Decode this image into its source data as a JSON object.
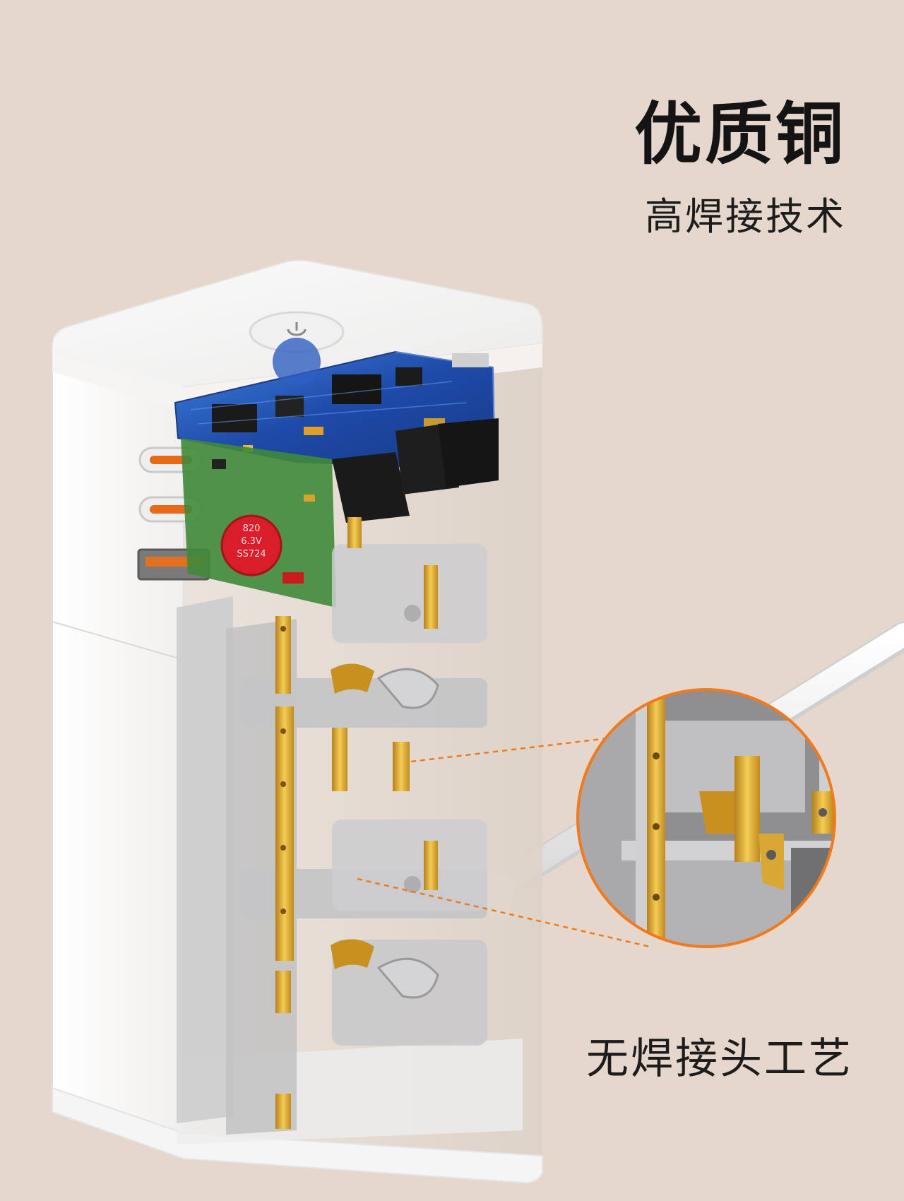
{
  "headline": "优质铜",
  "subline": "高焊接技术",
  "callout": "无焊接头工艺",
  "capacitor": {
    "line1": "820",
    "line2": "6.3V",
    "line3": "SS724"
  },
  "colors": {
    "background": "#e5d7cc",
    "brass": "#d4a42a",
    "orange_accent": "#f07a1c",
    "pcb_blue": "#1e4aa8",
    "pcb_green": "#3f8a3a",
    "capacitor_red": "#d81e2a",
    "frame_gray": "#c4c4c6"
  },
  "icons": [
    "power-icon",
    "usb-c-port",
    "usb-a-port",
    "magnifier-circle"
  ]
}
